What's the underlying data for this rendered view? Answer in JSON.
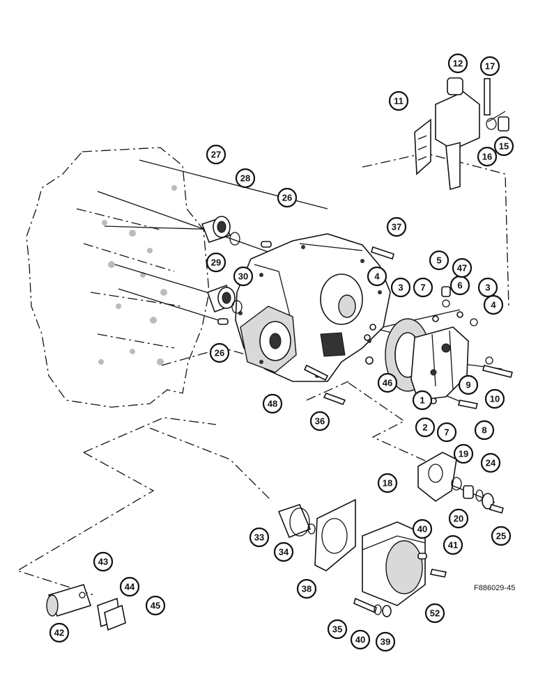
{
  "figure_code": "F886029-45",
  "callouts": [
    "1",
    "2",
    "3",
    "4",
    "5",
    "6",
    "7",
    "8",
    "9",
    "10",
    "11",
    "12",
    "15",
    "16",
    "17",
    "18",
    "19",
    "20",
    "24",
    "25",
    "26",
    "27",
    "28",
    "29",
    "30",
    "33",
    "34",
    "35",
    "36",
    "37",
    "38",
    "39",
    "40",
    "41",
    "42",
    "43",
    "44",
    "45",
    "46",
    "47",
    "48",
    "52"
  ]
}
